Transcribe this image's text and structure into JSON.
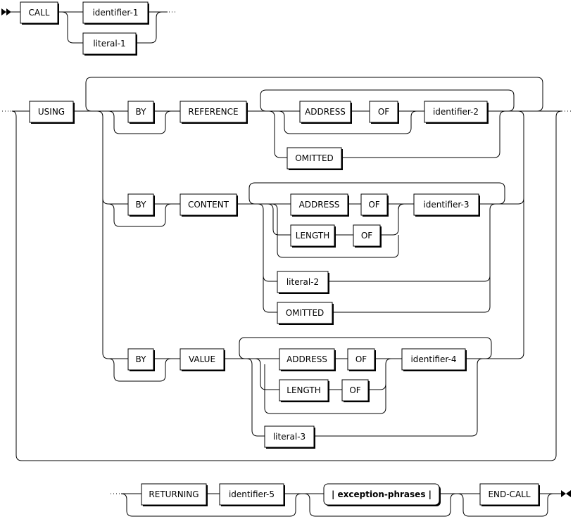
{
  "diagram": {
    "call": "CALL",
    "identifier_1": "identifier-1",
    "literal_1": "literal-1",
    "using": "USING",
    "by": "BY",
    "reference": "REFERENCE",
    "content": "CONTENT",
    "value": "VALUE",
    "address": "ADDRESS",
    "length": "LENGTH",
    "of": "OF",
    "omitted": "OMITTED",
    "identifier_2": "identifier-2",
    "identifier_3": "identifier-3",
    "identifier_4": "identifier-4",
    "identifier_5": "identifier-5",
    "literal_2": "literal-2",
    "literal_3": "literal-3",
    "returning": "RETURNING",
    "exception_phrases": "| exception-phrases |",
    "end_call": "END-CALL"
  }
}
